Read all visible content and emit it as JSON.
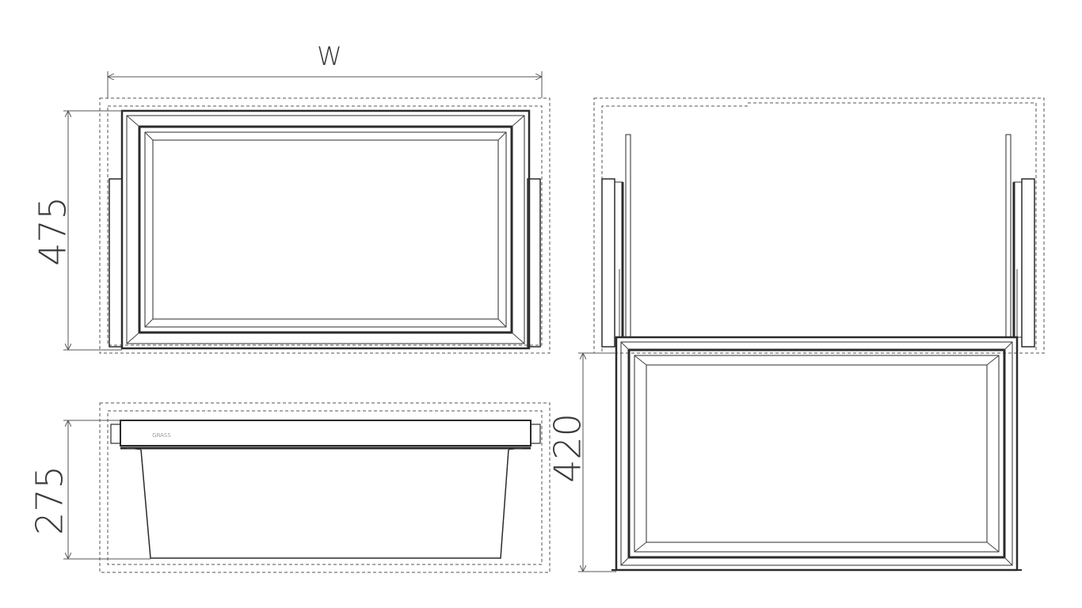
{
  "dimensions": {
    "width_label": "W",
    "depth_label": "475",
    "height_label": "275",
    "extension_label": "420"
  },
  "logo_text": "GRASS"
}
